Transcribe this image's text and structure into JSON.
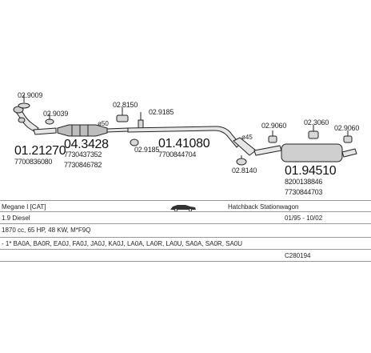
{
  "parts": {
    "p1_code": "02.9009",
    "p2_code": "02.9039",
    "p3_code": "01.21270",
    "p3_ref": "7700836080",
    "p4_code": "04.3428",
    "p4_ref1": "7730437352",
    "p4_ref2": "7730846782",
    "p5_code": "02.8150",
    "p6_code": "02.9185",
    "p7_code": "02.9185",
    "p8_code": "01.41080",
    "p8_ref": "7700844704",
    "p9_code": "02.9060",
    "p10_code": "02.3060",
    "p11_code": "02.9060",
    "p12_code": "02.8140",
    "p13_code": "01.94510",
    "p13_ref1": "8200138846",
    "p13_ref2": "7730844703"
  },
  "pipe_labels": {
    "d1": "ø50",
    "d2": "ø45"
  },
  "info": {
    "model": "Megane I [CAT]",
    "body": "Hatchback Stationwagon",
    "engine": "1.9 Diesel",
    "years": "01/95 - 10/02",
    "spec": "1870 cc, 65 HP, 48 KW, M*F9Q",
    "codes": "- 1* BA0A, BA0R, EA0J, FA0J, JA0J, KA0J, LA0A, LA0R, LA0U, SA0A, SA0R, SA0U",
    "catalog": "C280194"
  }
}
